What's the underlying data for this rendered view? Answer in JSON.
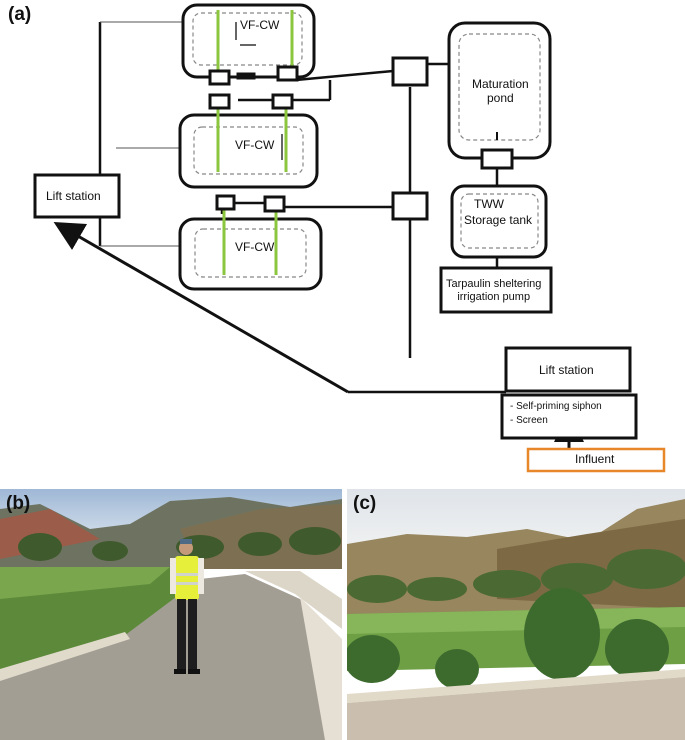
{
  "panels": {
    "a": "(a)",
    "b": "(b)",
    "c": "(c)"
  },
  "diagram": {
    "wetland_label": "VF-CW",
    "maturation_pond": "Maturation\npond",
    "tww": "TWW",
    "storage_tank": "Storage tank",
    "irrigation_pump": "Tarpaulin sheltering\nirrigation pump",
    "lift_station_left": "Lift station",
    "lift_station_right": "Lift station",
    "siphon_items": [
      "- Self-priming siphon",
      "- Screen"
    ],
    "influent": "Influent",
    "influent_color": "#e8862a",
    "reed_color": "#8cc63f"
  }
}
